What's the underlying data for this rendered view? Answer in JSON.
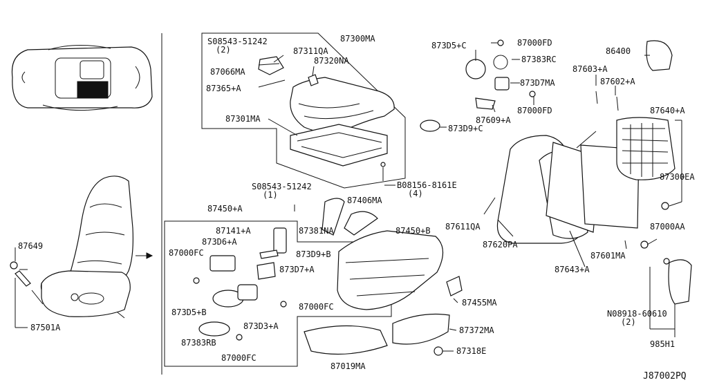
{
  "diagram_id": "J87002PQ",
  "labels": {
    "l_87300MA": "87300MA",
    "l_s08543_top": "S08543-51242",
    "l_s08543_top_qty": "(2)",
    "l_87311QA": "87311QA",
    "l_87066MA": "87066MA",
    "l_87320NA": "87320NA",
    "l_87365A": "87365+A",
    "l_87301MA": "87301MA",
    "l_b08156": "B08156-8161E",
    "l_b08156_qty": "(4)",
    "l_s08543_mid": "S08543-51242",
    "l_s08543_mid_qty": "(1)",
    "l_87406MA": "87406MA",
    "l_87450A": "87450+A",
    "l_87381NA": "87381NA",
    "l_87450B": "87450+B",
    "l_87141A": "87141+A",
    "l_873D6A": "873D6+A",
    "l_87000FC_1": "87000FC",
    "l_873D9B": "873D9+B",
    "l_873D7A": "873D7+A",
    "l_87000FC_2": "87000FC",
    "l_873D5B": "873D5+B",
    "l_873D3A": "873D3+A",
    "l_87383RB": "87383RB",
    "l_87000FC_3": "87000FC",
    "l_87455MA": "87455MA",
    "l_87372MA": "87372MA",
    "l_87019MA": "87019MA",
    "l_87318E": "87318E",
    "l_873D5C": "873D5+C",
    "l_87000FD_1": "87000FD",
    "l_87383RC": "87383RC",
    "l_873D7MA": "873D7MA",
    "l_87000FD_2": "87000FD",
    "l_87609A": "87609+A",
    "l_873D9C": "873D9+C",
    "l_86400": "86400",
    "l_87603A": "87603+A",
    "l_87602A": "87602+A",
    "l_87640A": "87640+A",
    "l_87300EA": "87300EA",
    "l_87611QA": "87611QA",
    "l_87620PA": "87620PA",
    "l_87601MA": "87601MA",
    "l_87000AA": "87000AA",
    "l_87643A": "87643+A",
    "l_n08918": "N08918-60610",
    "l_n08918_qty": "(2)",
    "l_985H1": "985H1",
    "l_87649": "87649",
    "l_87501A": "87501A"
  }
}
